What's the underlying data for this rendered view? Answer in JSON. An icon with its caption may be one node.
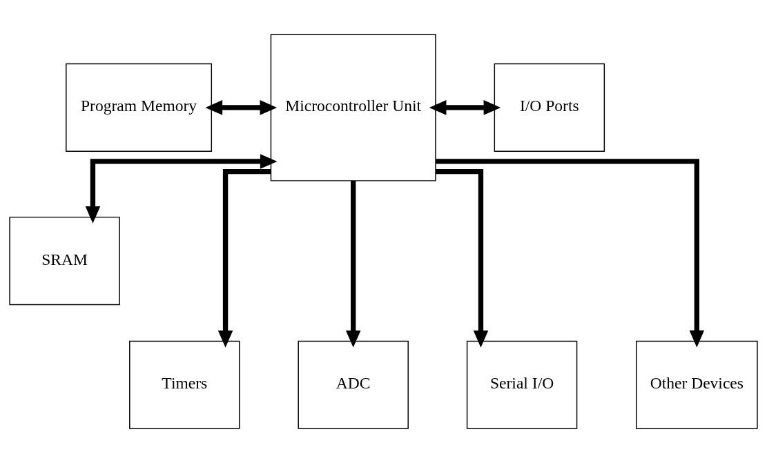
{
  "diagram": {
    "nodes": [
      {
        "text": [
          "Program Memory"
        ]
      },
      {
        "text": [
          "Microcontroller Unit"
        ]
      },
      {
        "text": [
          "I/O Ports"
        ]
      },
      {
        "text": [
          "SRAM"
        ]
      },
      {
        "text": [
          "Timers"
        ]
      },
      {
        "text": [
          "ADC"
        ]
      },
      {
        "text": [
          "Serial I/O"
        ]
      },
      {
        "text": [
          "Other Devices"
        ]
      }
    ],
    "edges": [
      {
        "from": 0,
        "to": 1,
        "arrow": "both"
      },
      {
        "from": 1,
        "to": 2,
        "arrow": "both"
      },
      {
        "from": 1,
        "to": 3,
        "arrow": "both"
      },
      {
        "from": 1,
        "to": 4,
        "arrow": "to"
      },
      {
        "from": 1,
        "to": 5,
        "arrow": "to"
      },
      {
        "from": 1,
        "to": 6,
        "arrow": "to"
      },
      {
        "from": 1,
        "to": 7,
        "arrow": "to"
      }
    ]
  }
}
